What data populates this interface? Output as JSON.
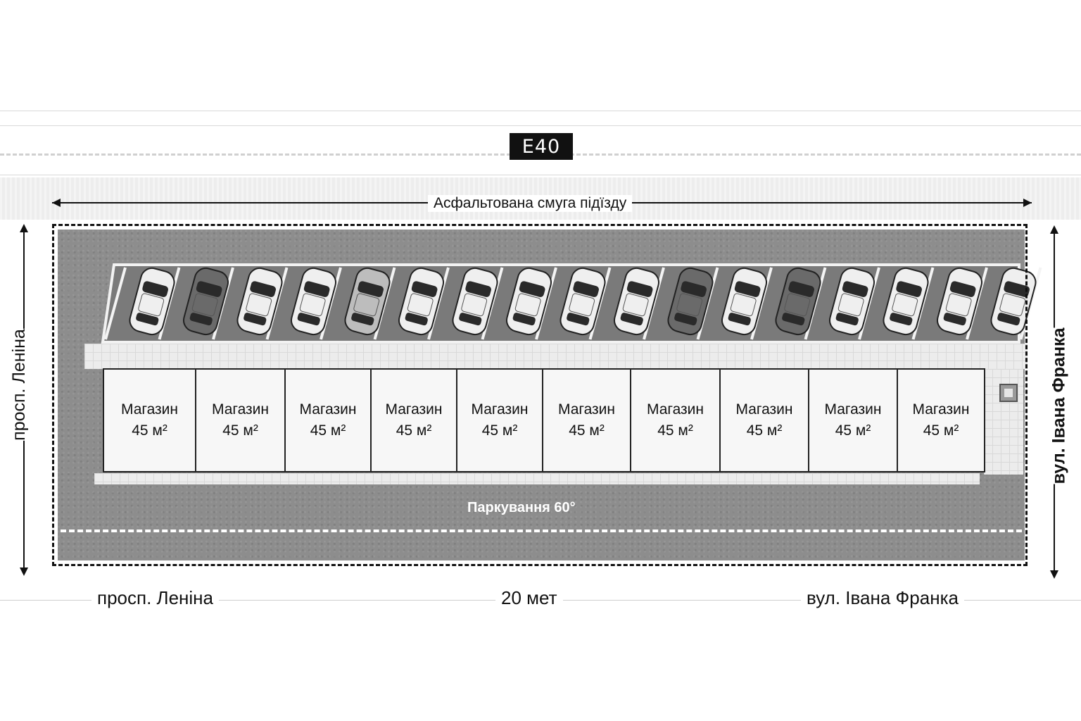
{
  "road": {
    "badge": "E40"
  },
  "labels": {
    "access_strip": "Асфальтована смуга підїзду",
    "left_vertical": "просп. Леніна",
    "right_vertical": "вул. Івана Франка",
    "bottom_left": "просп. Леніна",
    "bottom_center": "20 мет",
    "bottom_right": "вул. Івана Франка",
    "parking": "Паркування 60°"
  },
  "shops": [
    {
      "name": "Магазин",
      "area": "45 м²"
    },
    {
      "name": "Магазин",
      "area": "45 м²"
    },
    {
      "name": "Магазин",
      "area": "45 м²"
    },
    {
      "name": "Магазин",
      "area": "45 м²"
    },
    {
      "name": "Магазин",
      "area": "45 м²"
    },
    {
      "name": "Магазин",
      "area": "45 м²"
    },
    {
      "name": "Магазин",
      "area": "45 м²"
    },
    {
      "name": "Магазин",
      "area": "45 м²"
    },
    {
      "name": "Магазин",
      "area": "45 м²"
    },
    {
      "name": "Магазин",
      "area": "45 м²"
    }
  ],
  "parked_cars": [
    {
      "shade": "light"
    },
    {
      "shade": "dark"
    },
    {
      "shade": "light"
    },
    {
      "shade": "light"
    },
    {
      "shade": "mid"
    },
    {
      "shade": "light"
    },
    {
      "shade": "light"
    },
    {
      "shade": "light"
    },
    {
      "shade": "light"
    },
    {
      "shade": "light"
    },
    {
      "shade": "dark"
    },
    {
      "shade": "light"
    },
    {
      "shade": "dark"
    },
    {
      "shade": "light"
    },
    {
      "shade": "light"
    },
    {
      "shade": "light"
    },
    {
      "shade": "light"
    }
  ],
  "colors": {
    "car_light": "#efefef",
    "car_mid": "#bdbdbd",
    "car_dark": "#6a6a6a"
  }
}
